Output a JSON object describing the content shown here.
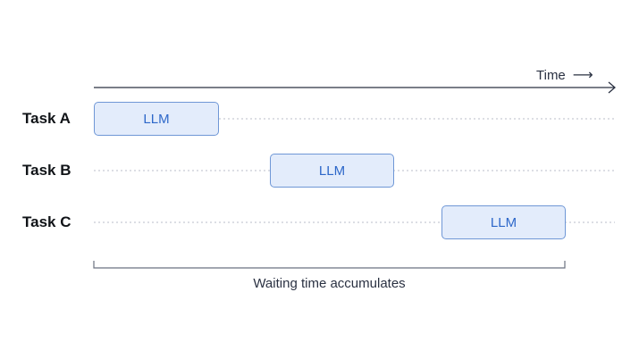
{
  "time_axis": {
    "label": "Time",
    "arrow_glyph": "⟶"
  },
  "tasks": [
    {
      "label": "Task A",
      "block_label": "LLM"
    },
    {
      "label": "Task B",
      "block_label": "LLM"
    },
    {
      "label": "Task C",
      "block_label": "LLM"
    }
  ],
  "bracket": {
    "label": "Waiting time accumulates"
  },
  "colors": {
    "axis": "#2a3142",
    "dotted_line": "#b9bec8",
    "block_fill": "#e3ecfb",
    "block_border": "#6f97d6",
    "block_text": "#2d67c9",
    "task_label": "#111418"
  }
}
